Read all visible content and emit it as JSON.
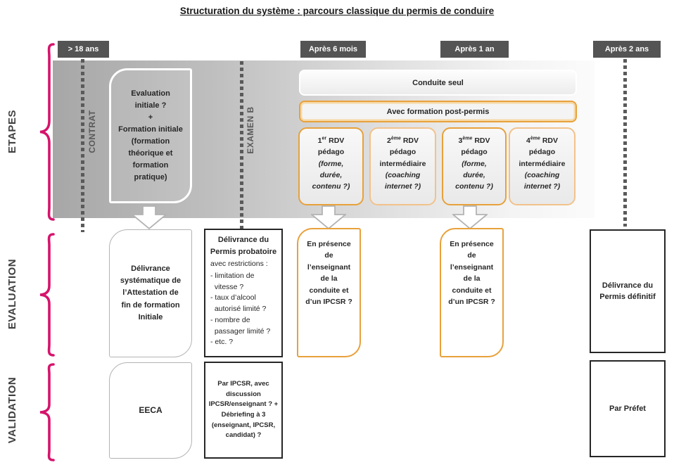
{
  "title": "Structuration du système : parcours classique du permis de conduire",
  "row_labels": {
    "etapes": "ETAPES",
    "evaluation": "EVALUATION",
    "validation": "VALIDATION"
  },
  "timeline": {
    "age18": "> 18 ans",
    "m6": "Après 6 mois",
    "y1": "Après 1 an",
    "y2": "Après 2 ans"
  },
  "stages": {
    "contrat": "CONTRAT",
    "examen_b": "EXAMEN B",
    "formation_initiale": "Evaluation\ninitiale ?\n+\nFormation initiale\n(formation\nthéorique et\nformation\npratique)",
    "conduite_seul": "Conduite seul",
    "post_permis": "Avec formation post-permis",
    "rdv": [
      {
        "ordinal": "1",
        "sup": "er",
        "rest": "RDV",
        "body": "pédago",
        "detail": "(forme,\ndurée,\ncontenu ?)"
      },
      {
        "ordinal": "2",
        "sup": "ème",
        "rest": "RDV",
        "body": "pédago\nintermédiaire",
        "detail": "(coaching\ninternet ?)"
      },
      {
        "ordinal": "3",
        "sup": "ème",
        "rest": "RDV",
        "body": "pédago",
        "detail": "(forme,\ndurée,\ncontenu ?)"
      },
      {
        "ordinal": "4",
        "sup": "ème",
        "rest": "RDV",
        "body": "pédago\nintermédiaire",
        "detail": "(coaching\ninternet ?)"
      }
    ]
  },
  "evaluation": {
    "attestation": "Délivrance\nsystématique de\nl’Attestation de\nfin de formation\nInitiale",
    "probatoire_title": "Délivrance du\nPermis probatoire",
    "probatoire_sub": "avec restrictions :",
    "probatoire_items": "- limitation de\n  vitesse ?\n- taux d’alcool\n  autorisé limité ?\n- nombre de\n  passager limité ?\n- etc. ?",
    "presence": "En présence\nde\nl’enseignant\nde la\nconduite et\nd’un IPCSR ?",
    "definitif": "Délivrance du\nPermis définitif"
  },
  "validation": {
    "eeca": "EECA",
    "ipcsr": "Par IPCSR, avec\ndiscussion\nIPCSR/enseignant ? +\nDébriefing à 3\n(enseignant, IPCSR,\ncandidat) ?",
    "prefet": "Par Préfet"
  },
  "colors": {
    "accent_pink": "#d6146c",
    "accent_orange_strong": "#E8A13B",
    "accent_orange_light": "#F2C28B",
    "chip_gray": "#545454"
  }
}
